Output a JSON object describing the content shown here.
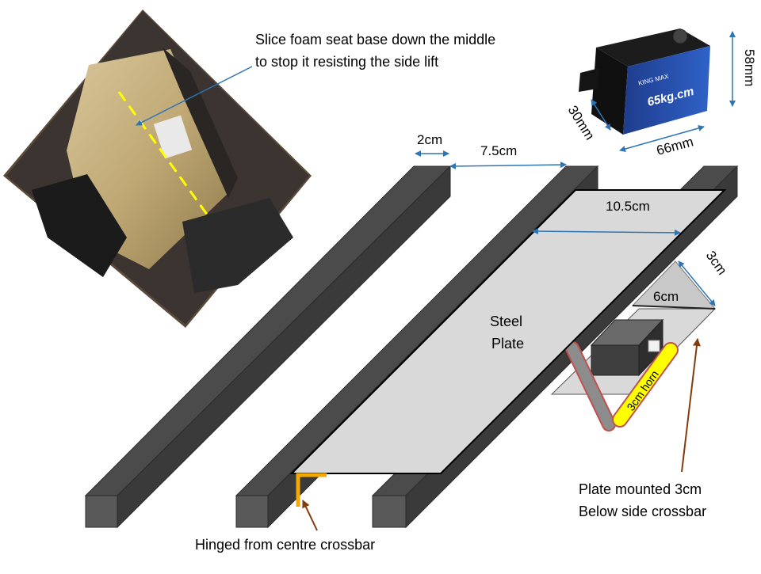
{
  "photo_note": {
    "line1": "Slice foam seat base down the middle",
    "line2": "to stop it resisting the side lift"
  },
  "servo": {
    "label_brand": "KING MAX",
    "label_torque": "65kg.cm",
    "dim_height": "58mm",
    "dim_depth": "30mm",
    "dim_length": "66mm"
  },
  "dimensions": {
    "rail_width": "2cm",
    "rail_gap": "7.5cm",
    "plate_width": "10.5cm",
    "mount_drop": "3cm",
    "mount_length": "6cm"
  },
  "plate": {
    "line1": "Steel",
    "line2": "Plate"
  },
  "horn_label": "3cm horn",
  "mount_note": {
    "line1": "Plate mounted 3cm",
    "line2": "Below side crossbar"
  },
  "hinge_note": "Hinged from centre crossbar",
  "colors": {
    "bar_top": "#4b4b4b",
    "bar_side": "#3a3a3a",
    "bar_end": "#595959",
    "plate": "#d9d9d9",
    "dim_arrow": "#2e75b6",
    "callout_arrow": "#843c0c",
    "hinge": "#f5a800",
    "horn": "#ffff00",
    "photo_guide": "#ffff00"
  }
}
